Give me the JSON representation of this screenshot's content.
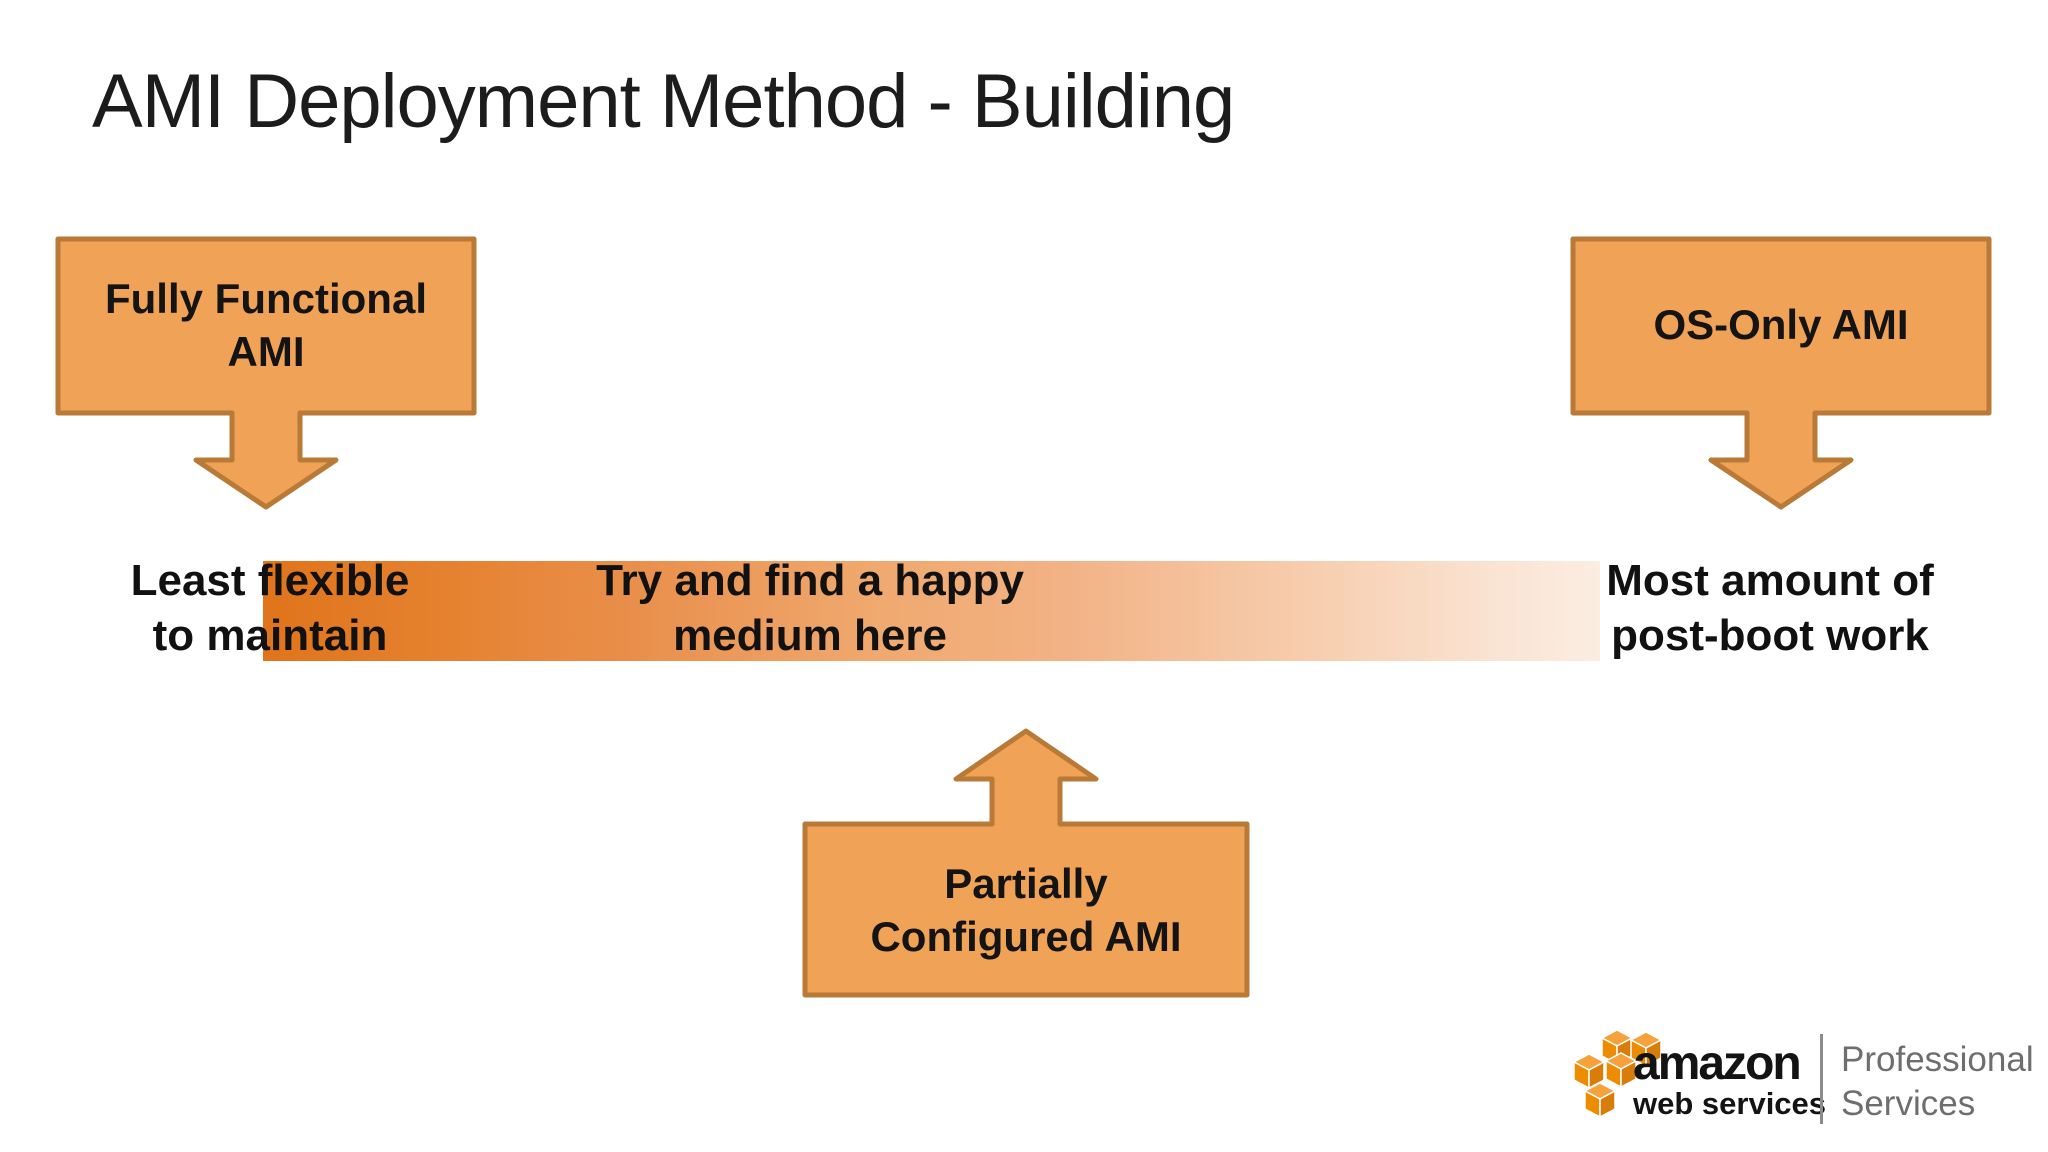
{
  "slide": {
    "title": "AMI Deployment Method - Building"
  },
  "callouts": {
    "left": {
      "line1": "Fully Functional",
      "line2": "AMI"
    },
    "right": {
      "line1": "OS-Only AMI"
    },
    "bottom": {
      "line1": "Partially",
      "line2": "Configured AMI"
    }
  },
  "spectrum": {
    "left_label": {
      "line1": "Least flexible",
      "line2": "to maintain"
    },
    "middle_label": {
      "line1": "Try and find a happy",
      "line2": "medium here"
    },
    "right_label": {
      "line1": "Most amount of",
      "line2": "post-boot work"
    },
    "gradient_start_color": "#E0741B",
    "gradient_end_color": "#FBEDE2"
  },
  "logo": {
    "brand": "amazon",
    "brand_sub": "web services",
    "division_line1": "Professional",
    "division_line2": "Services"
  },
  "icons": {
    "aws_cubes": "cluster of five orange 3D boxes",
    "down_arrow": "block arrow pointing down",
    "up_arrow": "block arrow pointing up"
  },
  "colors": {
    "callout_fill": "#F0A257",
    "callout_border": "#B87A36",
    "text": "#141414",
    "logo_cube_orange": "#ED8C00",
    "logo_gray": "#6E6E6E"
  }
}
